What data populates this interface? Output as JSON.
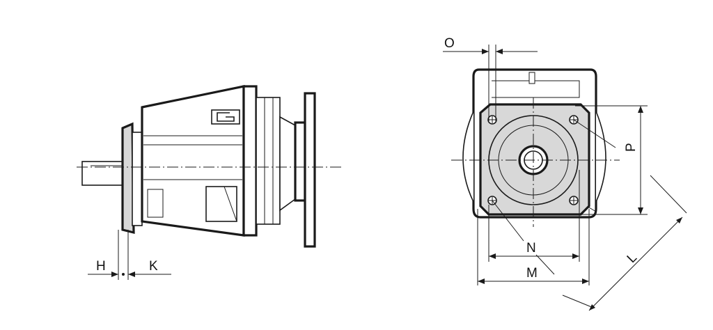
{
  "dimensions": {
    "h": "H",
    "k": "K",
    "o": "O",
    "p": "P",
    "n": "N",
    "m": "M",
    "l": "L"
  },
  "colors": {
    "line": "#1a1a1a",
    "face": "#d8d8d8",
    "background": "#ffffff"
  }
}
